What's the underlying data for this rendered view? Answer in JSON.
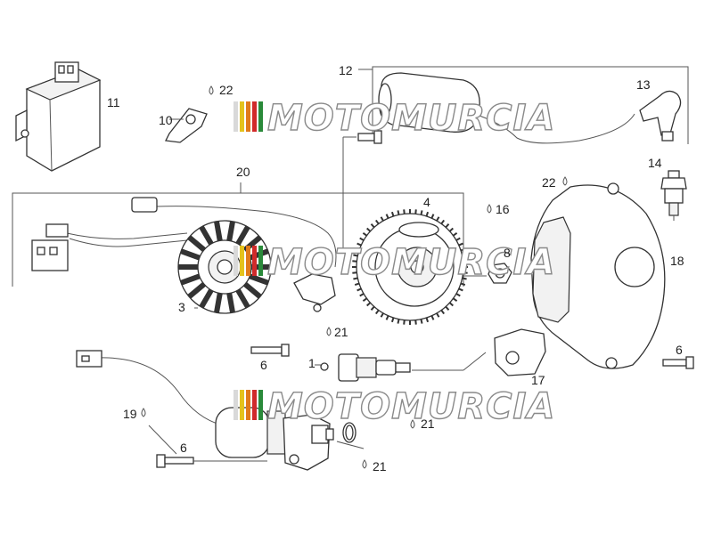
{
  "watermark": {
    "text": "MOTOMURCIA",
    "stripe_colors": [
      "#d9d9d9",
      "#e4c21c",
      "#e07a1a",
      "#d12a2a",
      "#2a8a3a"
    ]
  },
  "callouts": {
    "c1": "1",
    "c3": "3",
    "c4": "4",
    "c6a": "6",
    "c6b": "6",
    "c6c": "6",
    "c8": "8",
    "c10": "10",
    "c11": "11",
    "c12": "12",
    "c13": "13",
    "c14": "14",
    "c16": "16",
    "c17": "17",
    "c18": "18",
    "c19": "19",
    "c20": "20",
    "c21a": "21",
    "c21b": "21",
    "c21c": "21",
    "c22a": "22",
    "c22b": "22"
  }
}
